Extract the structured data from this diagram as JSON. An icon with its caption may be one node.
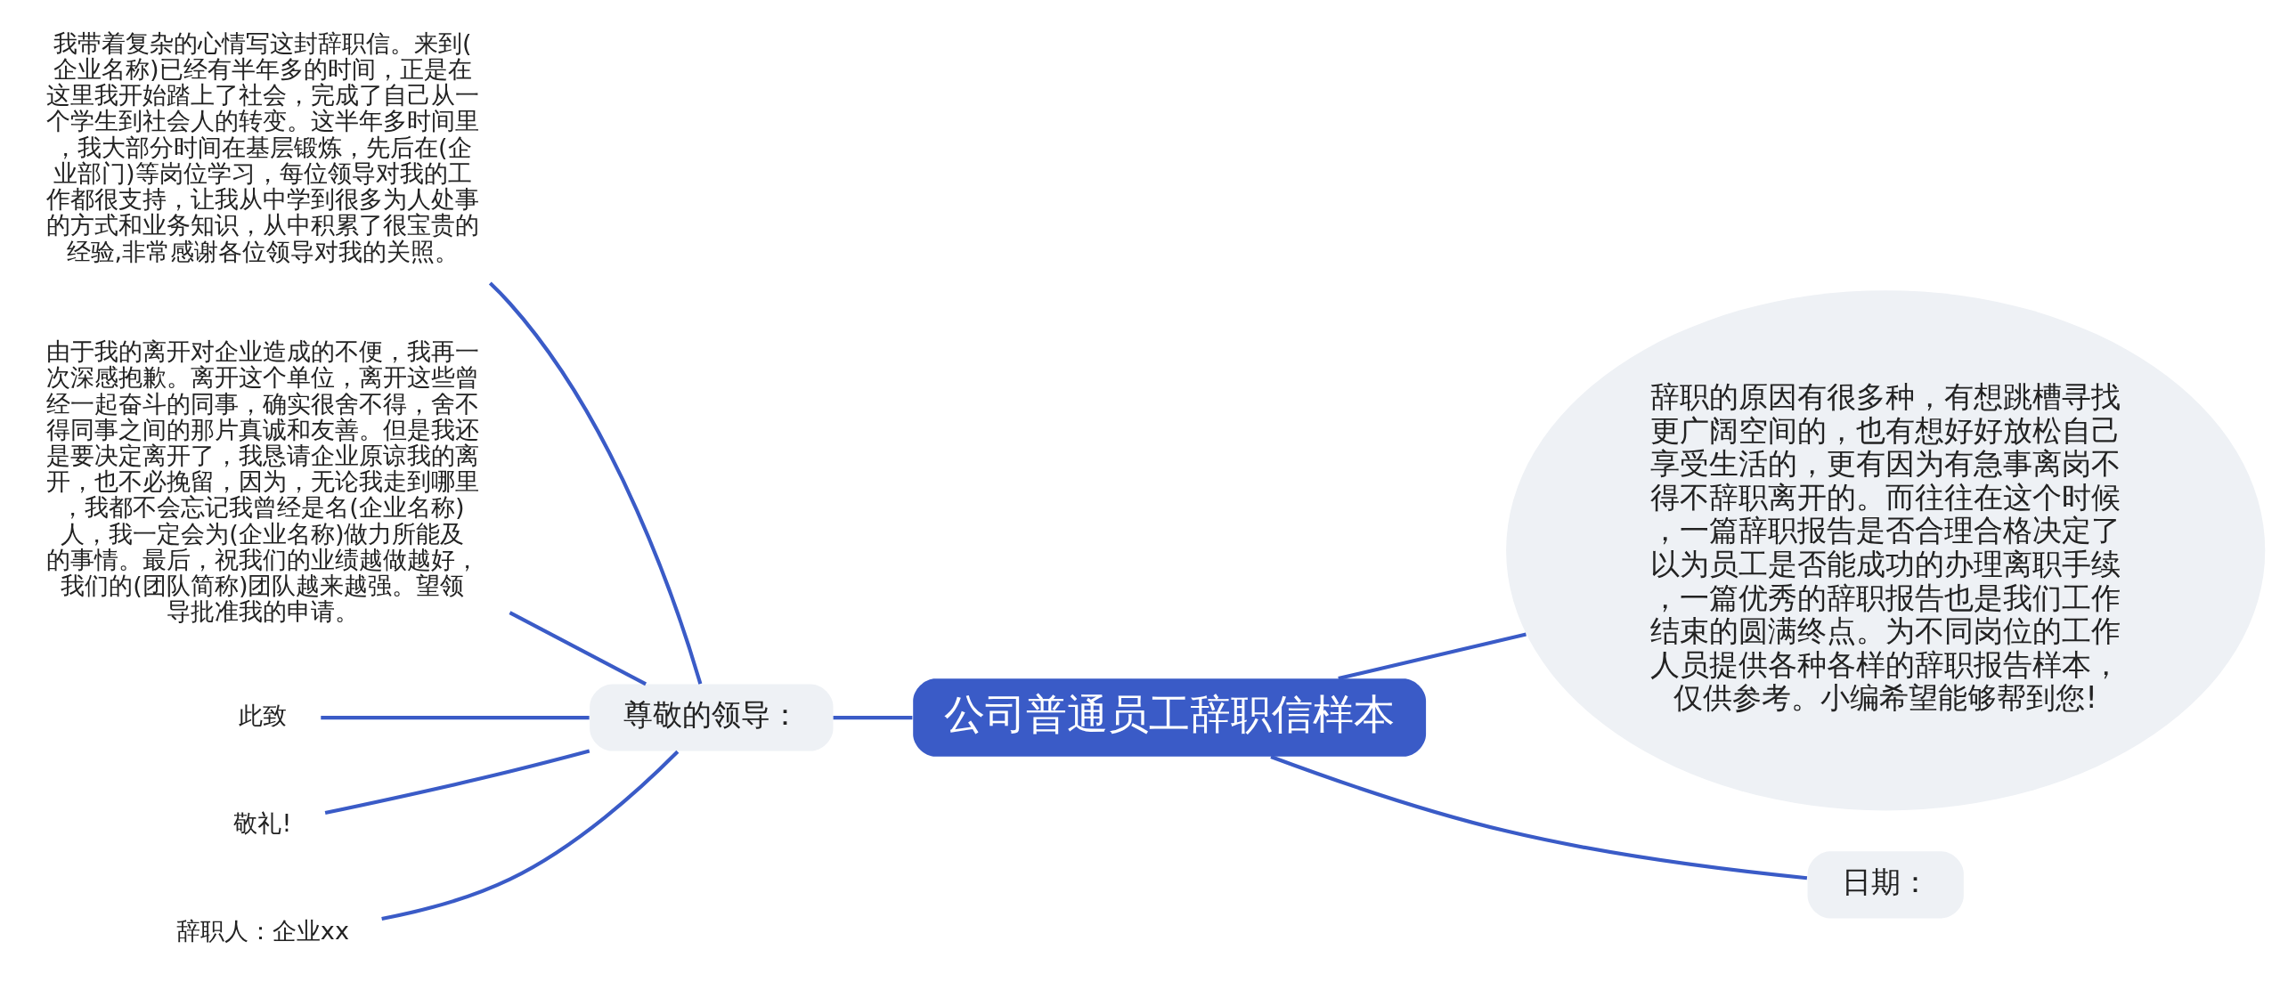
{
  "diagram": {
    "nodes": [
      {
        "text": [
          "公司普通员工辞职信样本"
        ]
      },
      {
        "text": [
          "尊敬的领导："
        ]
      },
      {
        "text": [
          "我带着复杂的心情写这封辞职信。来到(企业名称)已经有半年多的时间，正是在这里我开始踏上了社会，完成了自己从一个学生到社会人的转变。这半年多时间里，我大部分时间在基层锻炼，先后在(企业部门)等岗位学习，每位领导对我的工作都很支持，让我从中学到很多为人处事的方式和业务知识，从中积累了很宝贵的经验,非常感谢各位领导对我的关照。"
        ]
      },
      {
        "text": [
          "由于我的离开对企业造成的不便，我再一次深感抱歉。离开这个单位，离开这些曾经一起奋斗的同事，确实很舍不得，舍不得同事之间的那片真诚和友善。但是我还是要决定离开了，我恳请企业原谅我的离开，也不必挽留，因为，无论我走到哪里，我都不会忘记我曾经是名(企业名称)人，我一定会为(企业名称)做力所能及的事情。最后，祝我们的业绩越做越好，我们的(团队简称)团队越来越强。望领导批准我的申请。"
        ]
      },
      {
        "text": [
          "此致"
        ]
      },
      {
        "text": [
          "敬礼!"
        ]
      },
      {
        "text": [
          "辞职人：企业xx"
        ]
      },
      {
        "text": [
          "辞职的原因有很多种，有想跳槽寻找更广阔空间的，也有想好好放松自己享受生活的，更有因为有急事离岗不得不辞职离开的。而往往在这个时候，一篇辞职报告是否合理合格决定了以为员工是否能成功的办理离职手续，一篇优秀的辞职报告也是我们工作结束的圆满终点。为不同岗位的工作人员提供各种各样的辞职报告样本，仅供参考。小编希望能够帮到您!"
        ]
      },
      {
        "text": [
          "日期："
        ]
      }
    ],
    "edges": [
      {
        "from": 0,
        "to": 1,
        "arrow": "none"
      },
      {
        "from": 1,
        "to": 2,
        "arrow": "none"
      },
      {
        "from": 1,
        "to": 3,
        "arrow": "none"
      },
      {
        "from": 1,
        "to": 4,
        "arrow": "none"
      },
      {
        "from": 1,
        "to": 5,
        "arrow": "none"
      },
      {
        "from": 1,
        "to": 6,
        "arrow": "none"
      },
      {
        "from": 0,
        "to": 7,
        "arrow": "none"
      },
      {
        "from": 0,
        "to": 8,
        "arrow": "none"
      }
    ]
  }
}
